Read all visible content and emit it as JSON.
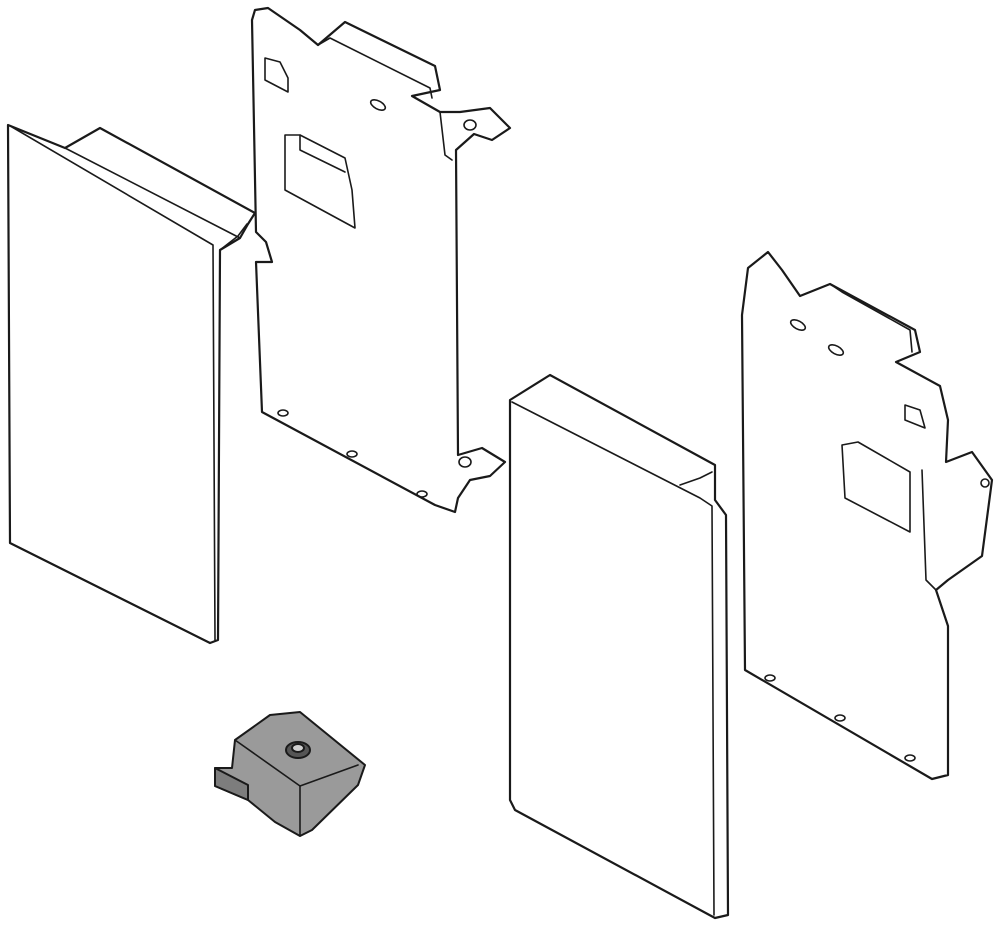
{
  "diagram": {
    "parts": [
      {
        "name": "left-cover-panel"
      },
      {
        "name": "left-mounting-bracket"
      },
      {
        "name": "right-cover-panel"
      },
      {
        "name": "right-mounting-bracket"
      },
      {
        "name": "fixing-clip"
      }
    ],
    "colors": {
      "line": "#1a1a1a",
      "background": "#ffffff",
      "clip_fill": "#9a9a9a",
      "clip_shade": "#7d7d7d"
    }
  }
}
